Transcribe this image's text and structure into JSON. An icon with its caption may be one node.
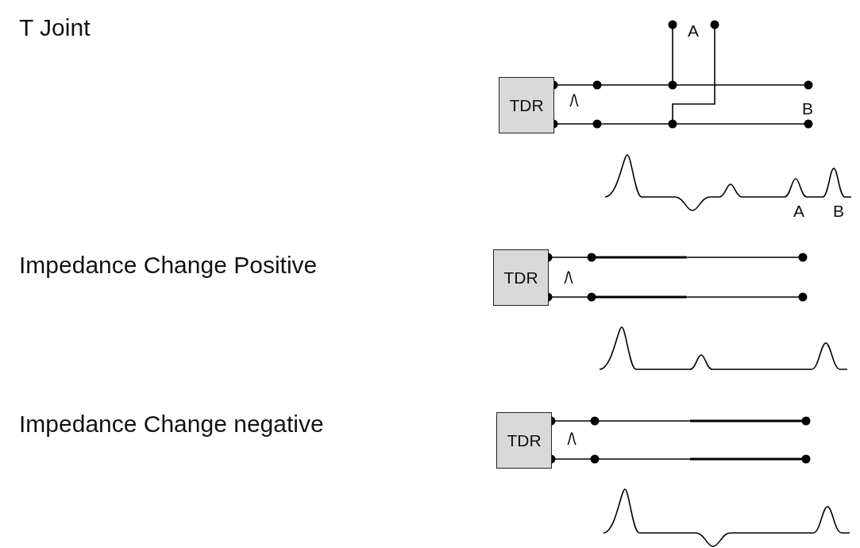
{
  "diagram": {
    "nodes": [
      {
        "text": [
          "TDR"
        ]
      },
      {
        "text": [
          "TDR"
        ]
      },
      {
        "text": [
          "TDR"
        ]
      }
    ],
    "labels": [
      "T Joint",
      "A",
      "B",
      "A",
      "B",
      "Impedance Change Positive",
      "Impedance Change negative"
    ]
  }
}
